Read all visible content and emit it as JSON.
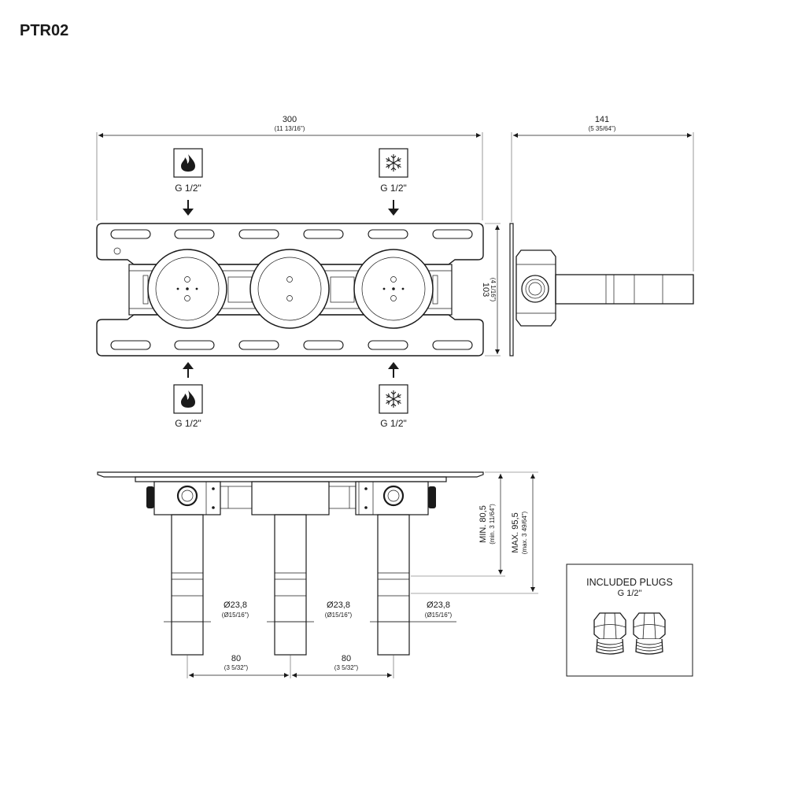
{
  "title": "PTR02",
  "front_view": {
    "width": {
      "value": "300",
      "inch": "(11 13/16\")"
    },
    "height": {
      "value": "103",
      "inch": "(4 1/16\")"
    },
    "inlets_top": [
      {
        "icon": "flame-icon",
        "label": "G 1/2\""
      },
      {
        "icon": "snowflake-icon",
        "label": "G 1/2\""
      }
    ],
    "inlets_bottom": [
      {
        "icon": "flame-icon",
        "label": "G 1/2\""
      },
      {
        "icon": "snowflake-icon",
        "label": "G 1/2\""
      }
    ]
  },
  "side_view": {
    "depth": {
      "value": "141",
      "inch": "(5 35/64\")"
    }
  },
  "plan_view": {
    "min_depth": {
      "value": "MIN. 80,5",
      "inch": "(min. 3 11/64\")"
    },
    "max_depth": {
      "value": "MAX. 95,5",
      "inch": "(max. 3 49/64\")"
    },
    "pipe_diameters": [
      {
        "value": "Ø23,8",
        "inch": "(Ø15/16\")"
      },
      {
        "value": "Ø23,8",
        "inch": "(Ø15/16\")"
      },
      {
        "value": "Ø23,8",
        "inch": "(Ø15/16\")"
      }
    ],
    "spacings": [
      {
        "value": "80",
        "inch": "(3 5/32\")"
      },
      {
        "value": "80",
        "inch": "(3 5/32\")"
      }
    ]
  },
  "plugs_box": {
    "title": "INCLUDED PLUGS",
    "size": "G 1/2\""
  }
}
